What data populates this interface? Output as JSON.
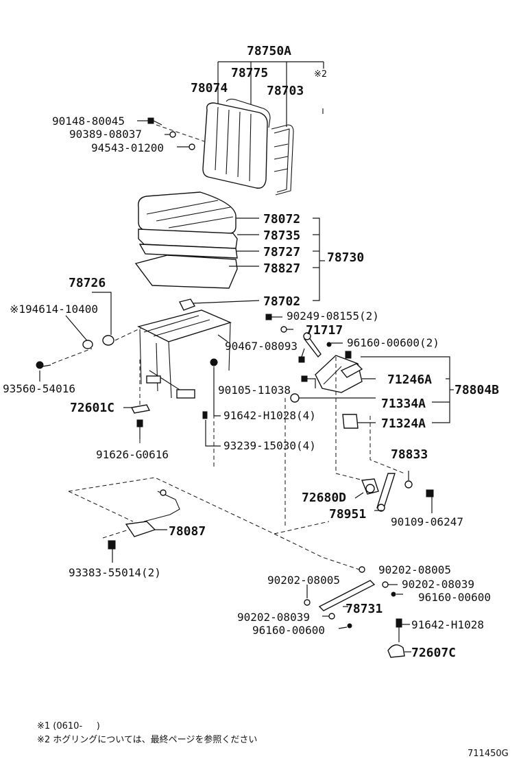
{
  "parts": {
    "p78750A": "78750A",
    "p78775": "78775",
    "p78074": "78074",
    "p78703": "78703",
    "note2_mark": "※2",
    "p90148": "90148-80045",
    "p90389": "90389-08037",
    "p94543": "94543-01200",
    "p78072": "78072",
    "p78735": "78735",
    "p78727": "78727",
    "p78827": "78827",
    "p78730": "78730",
    "p78726": "78726",
    "p194614": "※194614-10400",
    "p78702": "78702",
    "p90249": "90249-08155(2)",
    "p71717": "71717",
    "p90467": "90467-08093",
    "p96160a": "96160-00600(2)",
    "p93560": "93560-54016",
    "p71246A": "71246A",
    "p78804B": "78804B",
    "p90105": "90105-11038",
    "p71334A": "71334A",
    "p72601C": "72601C",
    "p91642a": "91642-H1028(4)",
    "p71324A": "71324A",
    "p91626": "91626-G0616",
    "p93239": "93239-15030(4)",
    "p78833": "78833",
    "p72680D": "72680D",
    "p78951": "78951",
    "p90109": "90109-06247",
    "p78087": "78087",
    "p93383": "93383-55014(2)",
    "p90202a": "90202-08005",
    "p90202b": "90202-08005",
    "p90202c": "90202-08039",
    "p96160b": "96160-00600",
    "p78731": "78731",
    "p90202d": "90202-08039",
    "p96160c": "96160-00600",
    "p91642b": "91642-H1028",
    "p72607C": "72607C"
  },
  "notes": {
    "note1": "※1 (0610-     )",
    "note2": "※2 ホグリングについては、最終ページを参照ください"
  },
  "figure_id": "711450G"
}
